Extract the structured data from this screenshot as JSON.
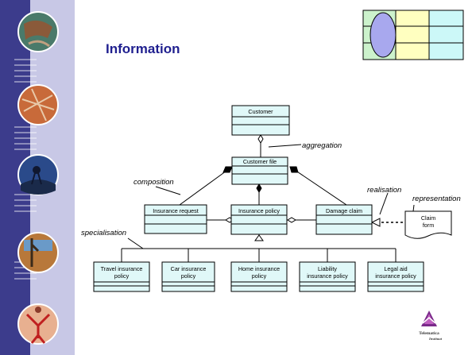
{
  "slide": {
    "title": "Information"
  },
  "colors": {
    "box_fill": "#e0f8f8",
    "bar_blue": "#3c3c8c",
    "bar_light": "#c8c8e6",
    "title_color": "#1f1f8f",
    "grid_green": "#ccf2cc",
    "grid_yellow": "#ffffc0",
    "grid_cyan": "#ccf8f8",
    "ellipse": "#a8a8ee"
  },
  "diagram": {
    "classes": {
      "customer": "Customer",
      "customer_file": "Customer file",
      "insurance_request": "Insurance request",
      "insurance_policy": "Insurance policy",
      "damage_claim": "Damage claim",
      "travel": [
        "Travel insurance",
        "policy"
      ],
      "car": [
        "Car insurance",
        "policy"
      ],
      "home": [
        "Home insurance",
        "policy"
      ],
      "liability": [
        "Liability",
        "insurance policy"
      ],
      "legal": [
        "Legal aid",
        "insurance policy"
      ]
    },
    "claim_form": [
      "Claim",
      "form"
    ],
    "labels": {
      "aggregation": "aggregation",
      "composition": "composition",
      "realisation": "realisation",
      "representation": "representation",
      "specialisation": "specialisation"
    }
  },
  "logo": {
    "name": "Telematica",
    "sub": "Instituut"
  },
  "icons": [
    "globe-icon",
    "globe-icon",
    "globe-icon",
    "globe-icon",
    "globe-icon",
    "telematica-logo-icon"
  ]
}
